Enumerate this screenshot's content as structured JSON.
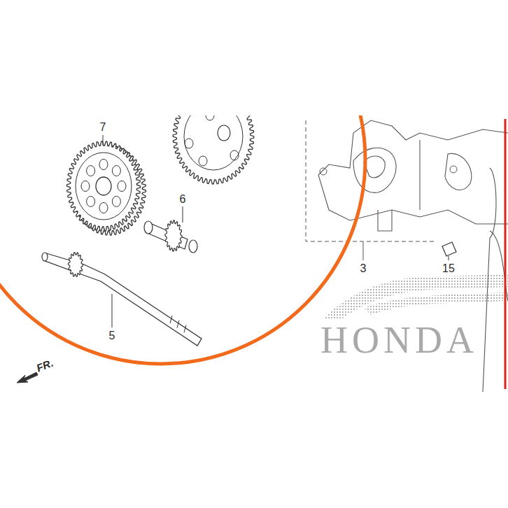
{
  "diagram": {
    "labels": [
      "7",
      "6",
      "3",
      "15",
      "5",
      "FR.",
      "HONDA"
    ]
  }
}
